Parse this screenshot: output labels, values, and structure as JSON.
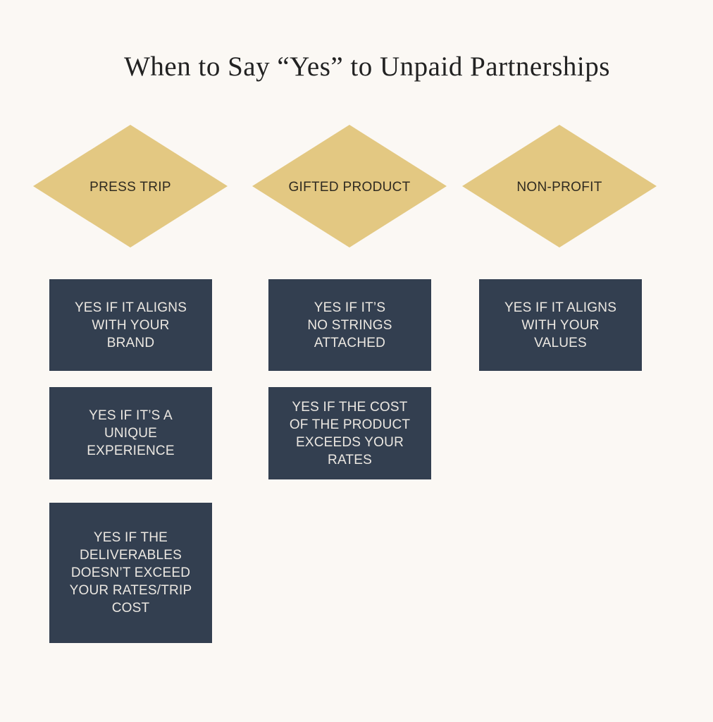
{
  "title": "When to Say “Yes” to Unpaid Partnerships",
  "colors": {
    "background": "#fbf8f4",
    "diamond": "#e3c882",
    "box": "#333f50"
  },
  "columns": [
    {
      "label": "PRESS TRIP",
      "items": [
        "YES IF IT ALIGNS\nWITH YOUR\nBRAND",
        "YES IF IT’S A\nUNIQUE\nEXPERIENCE",
        "YES IF THE\nDELIVERABLES\nDOESN’T EXCEED\nYOUR RATES/TRIP\nCOST"
      ]
    },
    {
      "label": "GIFTED PRODUCT",
      "items": [
        "YES IF IT’S\nNO STRINGS\nATTACHED",
        "YES IF THE COST\nOF THE PRODUCT\nEXCEEDS YOUR\nRATES"
      ]
    },
    {
      "label": "NON-PROFIT",
      "items": [
        "YES IF IT ALIGNS\nWITH YOUR\nVALUES"
      ]
    }
  ]
}
